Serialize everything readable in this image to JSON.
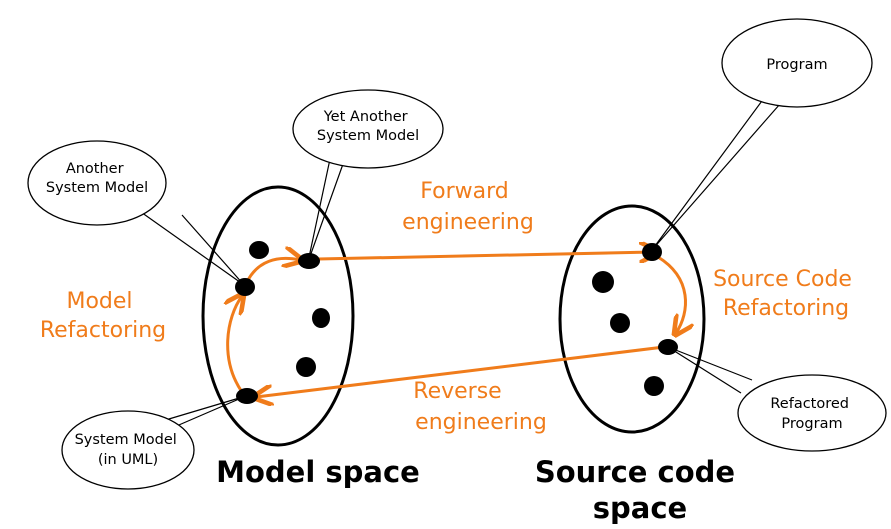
{
  "callouts": {
    "another_model": [
      "Another",
      "System Model"
    ],
    "yet_another_model": [
      "Yet Another",
      "System Model"
    ],
    "system_model": [
      "System Model",
      "(in UML)"
    ],
    "program": [
      "Program"
    ],
    "refactored_program": [
      "Refactored",
      "Program"
    ]
  },
  "labels": {
    "model_refactoring": [
      "Model",
      "Refactoring"
    ],
    "forward_engineering": [
      "Forward",
      "engineering"
    ],
    "source_code_refactoring": [
      "Source Code",
      "Refactoring"
    ],
    "reverse_engineering": [
      "Reverse",
      "engineering"
    ],
    "model_space": "Model space",
    "source_code_space": [
      "Source code",
      "space"
    ]
  },
  "colors": {
    "accent": "#f07c1b",
    "ink": "#000000"
  }
}
